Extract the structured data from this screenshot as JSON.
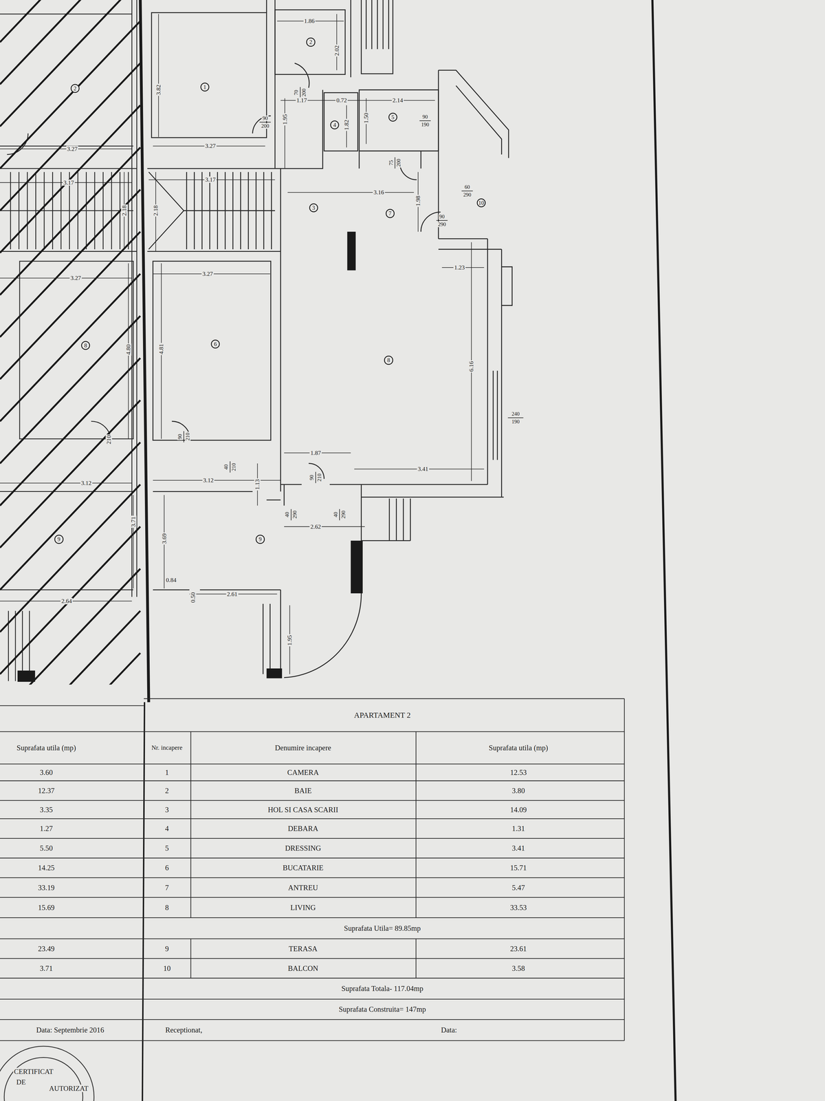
{
  "diagram": {
    "title": "APARTAMENT 2",
    "nodes": [
      {
        "text": [
          "2"
        ]
      },
      {
        "text": [
          "1"
        ]
      },
      {
        "text": [
          "2"
        ]
      },
      {
        "text": [
          "5"
        ]
      },
      {
        "text": [
          "4"
        ]
      },
      {
        "text": [
          "10"
        ]
      },
      {
        "text": [
          "3"
        ]
      },
      {
        "text": [
          "7"
        ]
      },
      {
        "text": [
          "6"
        ]
      },
      {
        "text": [
          "8"
        ]
      },
      {
        "text": [
          "8"
        ]
      },
      {
        "text": [
          "9"
        ]
      },
      {
        "text": [
          "9"
        ]
      }
    ],
    "labels": [
      "1.86",
      "2.02",
      "1.17",
      "0.72",
      "2.14",
      "1.95",
      "1.82",
      "1.50",
      "3.82",
      "3.27",
      "3.17",
      "2.18",
      "3.16",
      "1.98",
      "1.23",
      "3.27",
      "4.81",
      "6.16",
      "1.87",
      "3.12",
      "1.13",
      "3.41",
      "2.62",
      "3.69",
      "0.84",
      "0.50",
      "2.61",
      "1.95",
      "3.27",
      "3.17",
      "2.18",
      "3.27",
      "4.80",
      "3.12",
      "3.71",
      "2.64",
      "210",
      "90",
      "200",
      "70",
      "200",
      "90",
      "190",
      "75",
      "200",
      "60",
      "290",
      "90",
      "290",
      "240",
      "190",
      "90",
      "210",
      "40",
      "210",
      "90",
      "210",
      "40",
      "290",
      "40",
      "290",
      "Nr. incapere",
      "Denumire incapere",
      "Suprafata utila (mp)",
      "1",
      "CAMERA",
      "12.53",
      "2",
      "BAIE",
      "3.80",
      "3",
      "HOL SI CASA SCARII",
      "14.09",
      "4",
      "DEBARA",
      "1.31",
      "5",
      "DRESSING",
      "3.41",
      "6",
      "BUCATARIE",
      "15.71",
      "7",
      "ANTREU",
      "5.47",
      "8",
      "LIVING",
      "33.53",
      "Suprafata Utila= 89.85mp",
      "9",
      "TERASA",
      "23.61",
      "10",
      "BALCON",
      "3.58",
      "Suprafata Totala- 117.04mp",
      "Suprafata Construita= 147mp",
      "Receptionat,",
      "Data:",
      "Suprafata utila (mp)",
      "3.60",
      "12.37",
      "3.35",
      "1.27",
      "5.50",
      "14.25",
      "33.19",
      "15.69",
      "23.49",
      "3.71",
      "Data: Septembrie 2016",
      "CERTIFICAT",
      "DE",
      "AUTORIZAT"
    ]
  }
}
